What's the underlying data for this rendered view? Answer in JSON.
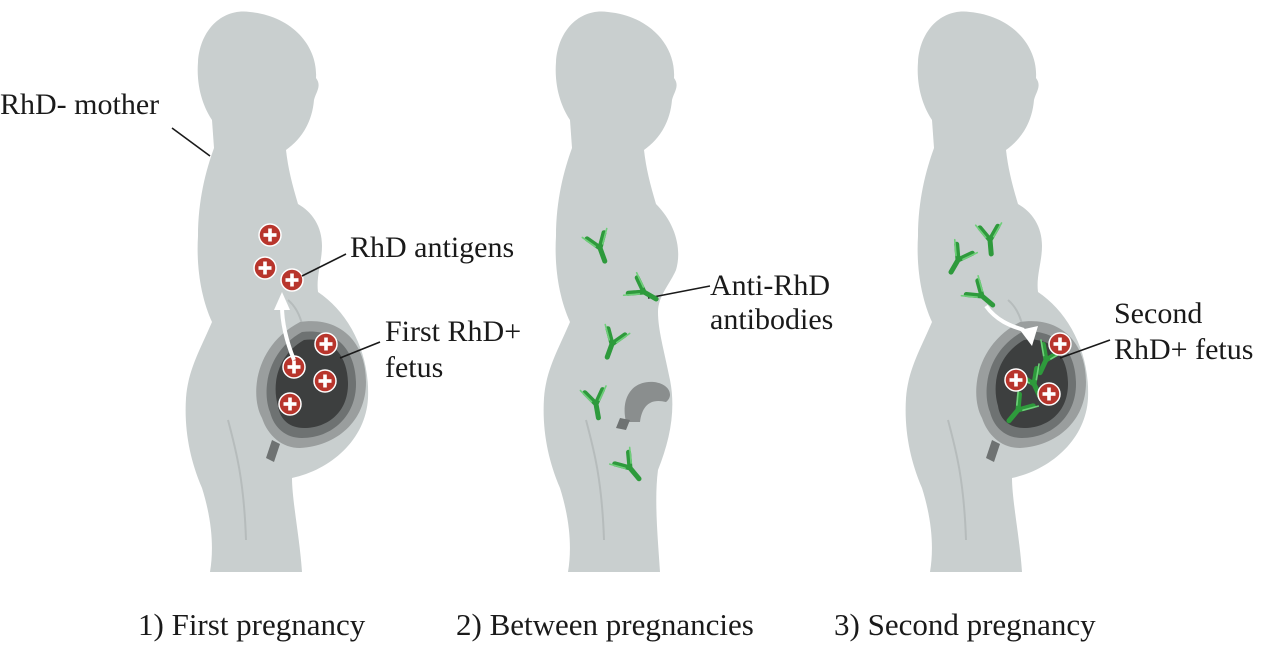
{
  "labels": {
    "mother": "RhD- mother",
    "antigens": "RhD antigens",
    "first_fetus_line1": "First RhD+",
    "first_fetus_line2": "fetus",
    "antibodies_line1": "Anti-RhD",
    "antibodies_line2": "antibodies",
    "second_fetus_line1": "Second",
    "second_fetus_line2": "RhD+ fetus"
  },
  "captions": {
    "panel1": "1) First pregnancy",
    "panel2": "2) Between pregnancies",
    "panel3": "3) Second pregnancy"
  },
  "colors": {
    "body": "#c9cfcf",
    "womb_outer": "#9a9e9e",
    "womb_mid": "#6e7272",
    "womb_inner": "#3d3f3f",
    "antigen": "#b8352c",
    "antibody": "#2e9a3c",
    "arrow": "#ffffff"
  },
  "icons": {
    "antigen": "rhd-antigen-icon",
    "antibody": "antibody-icon",
    "arrow": "white-arrow-icon"
  }
}
